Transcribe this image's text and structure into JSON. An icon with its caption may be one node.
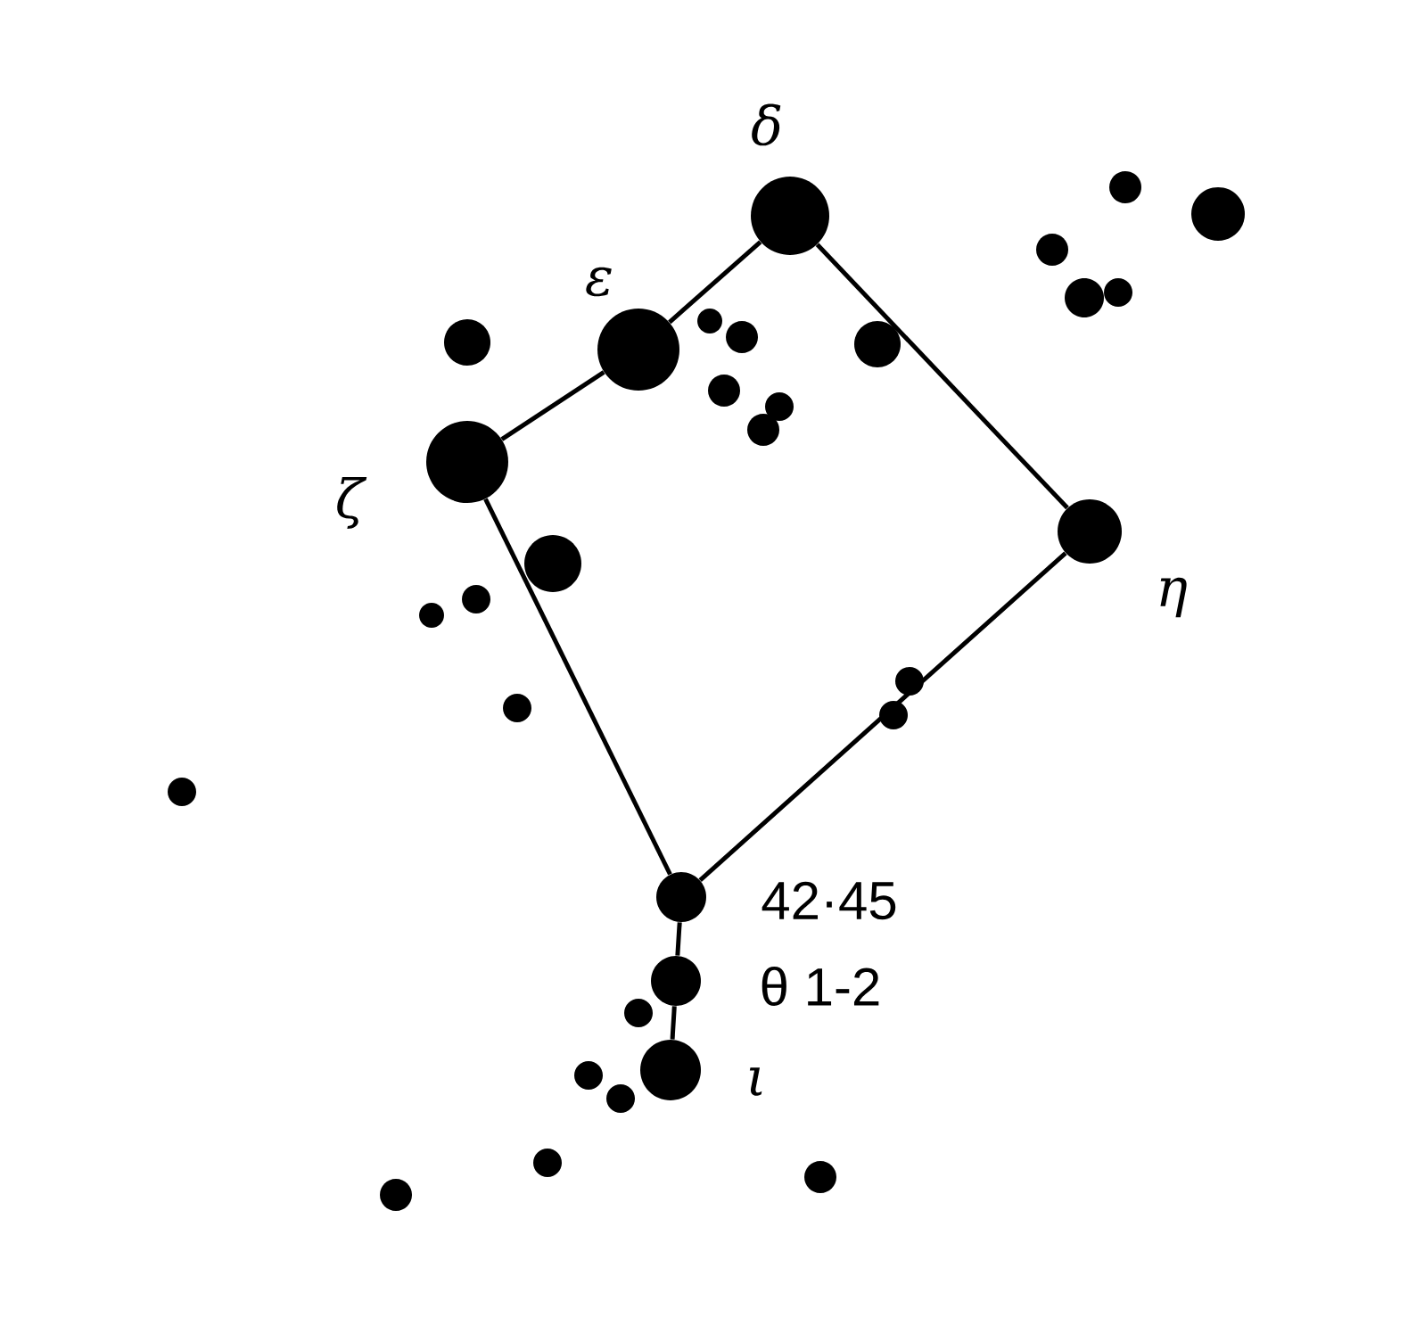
{
  "diagram": {
    "nodes": [
      {
        "text": [],
        "shape": "circle",
        "beside": [
          "δ"
        ]
      },
      {
        "text": [],
        "shape": "circle",
        "beside": [
          "ε"
        ]
      },
      {
        "text": [],
        "shape": "circle",
        "beside": [
          "ζ"
        ]
      },
      {
        "text": [],
        "shape": "circle",
        "beside": [
          "η"
        ]
      },
      {
        "text": [],
        "shape": "circle",
        "beside": [
          "42·45"
        ]
      },
      {
        "text": [],
        "shape": "circle",
        "beside": [
          "θ 1-2"
        ]
      },
      {
        "text": [],
        "shape": "circle",
        "beside": [
          "ι"
        ]
      },
      {
        "text": [],
        "shape": "circle"
      },
      {
        "text": [],
        "shape": "circle"
      },
      {
        "text": [],
        "shape": "circle"
      },
      {
        "text": [],
        "shape": "circle"
      },
      {
        "text": [],
        "shape": "circle"
      },
      {
        "text": [],
        "shape": "circle"
      },
      {
        "text": [],
        "shape": "circle"
      },
      {
        "text": [],
        "shape": "circle"
      },
      {
        "text": [],
        "shape": "circle"
      },
      {
        "text": [],
        "shape": "circle"
      },
      {
        "text": [],
        "shape": "circle"
      },
      {
        "text": [],
        "shape": "circle"
      },
      {
        "text": [],
        "shape": "circle"
      },
      {
        "text": [],
        "shape": "circle"
      },
      {
        "text": [],
        "shape": "circle"
      },
      {
        "text": [],
        "shape": "circle"
      },
      {
        "text": [],
        "shape": "circle"
      },
      {
        "text": [],
        "shape": "circle"
      },
      {
        "text": [],
        "shape": "circle"
      },
      {
        "text": [],
        "shape": "circle"
      },
      {
        "text": [],
        "shape": "circle"
      },
      {
        "text": [],
        "shape": "circle"
      },
      {
        "text": [],
        "shape": "circle"
      },
      {
        "text": [],
        "shape": "circle"
      },
      {
        "text": [],
        "shape": "circle"
      }
    ],
    "edges": [
      {
        "from": 2,
        "to": 1,
        "arrow": "none"
      },
      {
        "from": 1,
        "to": 0,
        "arrow": "none"
      },
      {
        "from": 0,
        "to": 3,
        "arrow": "none"
      },
      {
        "from": 3,
        "to": 4,
        "arrow": "none"
      },
      {
        "from": 4,
        "to": 2,
        "arrow": "none"
      },
      {
        "from": 4,
        "to": 5,
        "arrow": "none"
      },
      {
        "from": 5,
        "to": 6,
        "arrow": "none"
      }
    ]
  }
}
